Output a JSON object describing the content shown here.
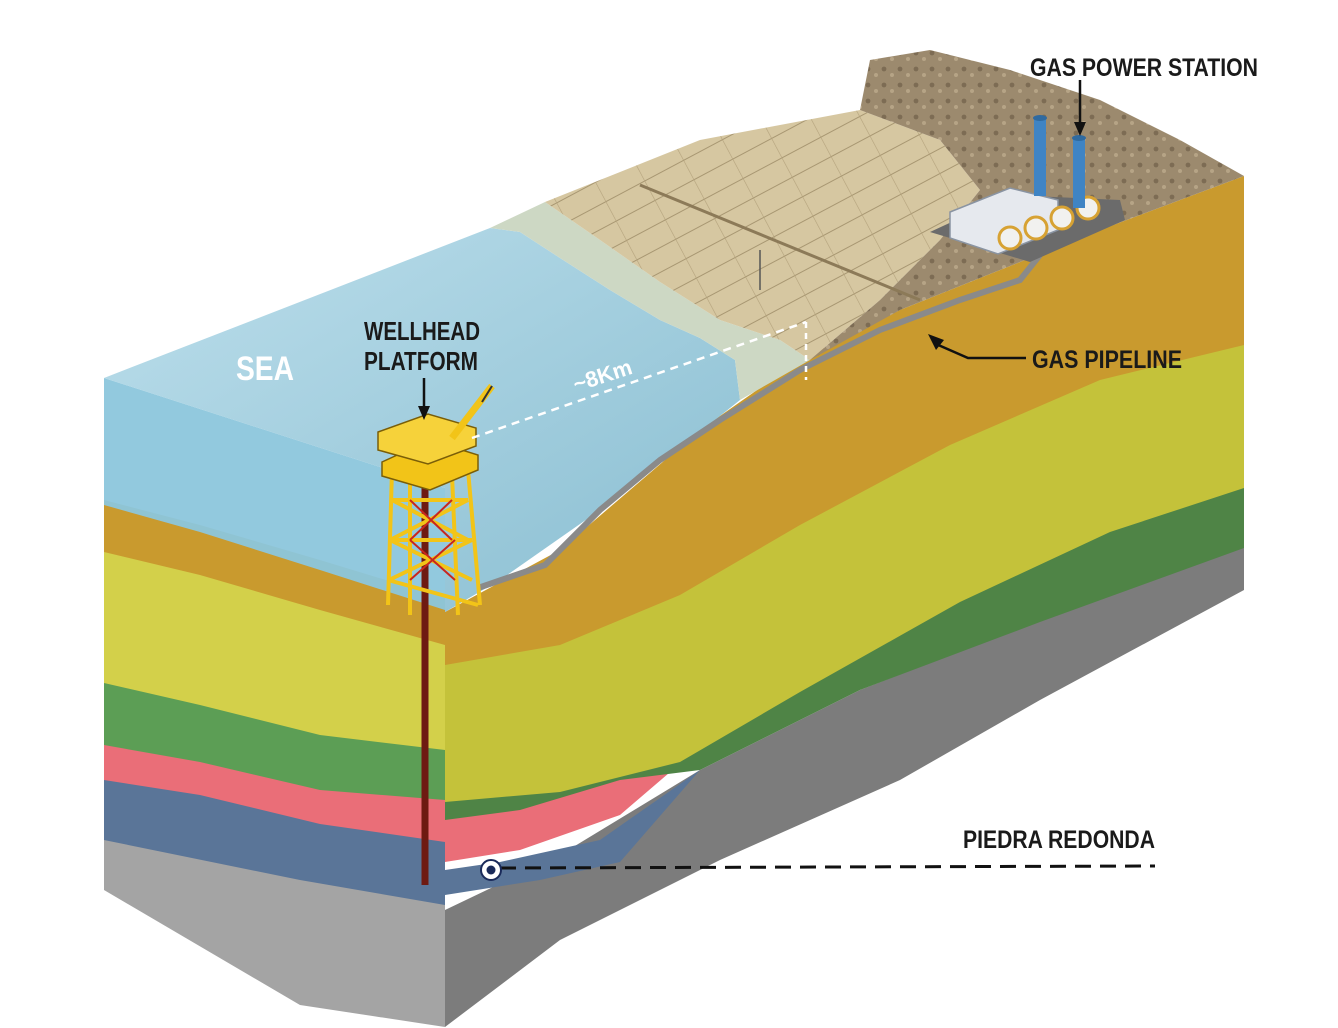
{
  "labels": {
    "gas_power_station": "GAS POWER STATION",
    "wellhead_line1": "WELLHEAD",
    "wellhead_line2": "PLATFORM",
    "sea": "SEA",
    "distance": "~8Km",
    "gas_pipeline": "GAS PIPELINE",
    "piedra_redonda": "PIEDRA REDONDA"
  },
  "colors": {
    "sea_surface": "#a9d3e4",
    "sea_front": "#8cc6dc",
    "layer_ochre": "#c99a2e",
    "layer_yellow": "#d3d04a",
    "layer_green_front": "#5c9e55",
    "layer_green_side": "#4f8446",
    "layer_red": "#ea6e78",
    "layer_blue": "#5a7598",
    "basement_gray": "#7c7c7c",
    "basement_light": "#a4a4a4",
    "land_surface": "#c8b890",
    "platform_yellow": "#f2c418",
    "well_riser": "#6e1a12",
    "pipeline": "#8a8a8a"
  }
}
